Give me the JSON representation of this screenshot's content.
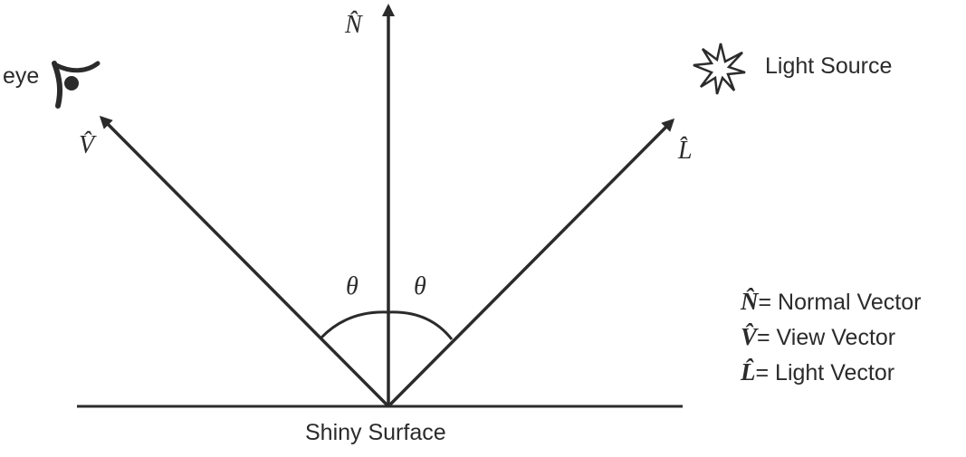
{
  "labels": {
    "normal": "N̂",
    "view": "V̂",
    "light": "L̂",
    "theta_left": "θ",
    "theta_right": "θ",
    "eye": "eye",
    "light_source": "Light Source",
    "surface": "Shiny Surface"
  },
  "legend": [
    {
      "symbol": "N̂",
      "text": "= Normal Vector"
    },
    {
      "symbol": "V̂",
      "text": "= View Vector"
    },
    {
      "symbol": "L̂",
      "text": "= Light Vector"
    }
  ],
  "colors": {
    "stroke": "#2b2b2b",
    "background": "#ffffff"
  },
  "icons": {
    "eye": "eye-icon",
    "light_source": "starburst-icon"
  }
}
